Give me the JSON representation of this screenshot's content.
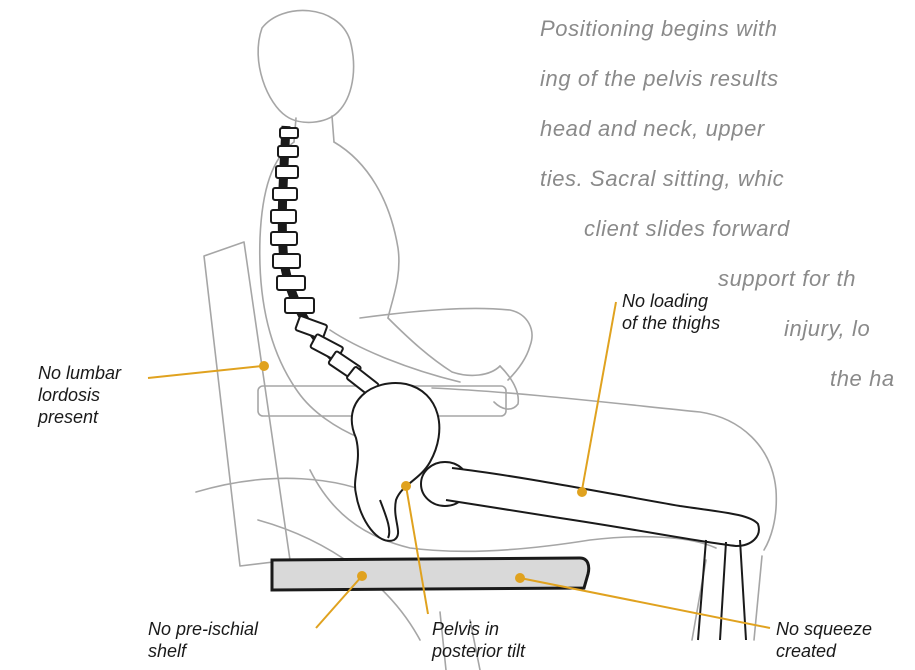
{
  "paragraph": {
    "lines": [
      "Positioning begins with",
      "ing of the pelvis results",
      "head and neck, upper",
      "ties. Sacral sitting, whic",
      "client slides forward",
      "support for th",
      "injury, lo",
      "the ha"
    ]
  },
  "callouts": {
    "lumbar": [
      "No lumbar",
      "lordosis",
      "present"
    ],
    "thighs": [
      "No loading",
      "of the thighs"
    ],
    "shelf": [
      "No pre-ischial",
      "shelf"
    ],
    "pelvis": [
      "Pelvis in",
      "posterior tilt"
    ],
    "squeeze": [
      "No squeeze",
      "created"
    ]
  },
  "colors": {
    "leader": "#e0a21f",
    "outline": "#a6a6a6",
    "bone": "#1a1a1a",
    "cushion_fill": "#d9d9d9",
    "text": "#1a1a1a",
    "paragraph": "#8a8a8a"
  }
}
